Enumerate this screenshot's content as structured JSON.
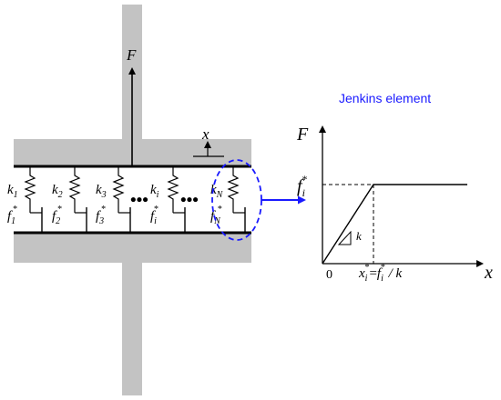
{
  "colors": {
    "housing": "#c3c3c3",
    "line": "#000000",
    "accent": "#1a1aff"
  },
  "left_diagram": {
    "force_label": "F",
    "displacement_label": "x",
    "dots": "•••",
    "elements": [
      {
        "k_base": "k",
        "k_sub": "1",
        "f_base": "f",
        "f_sub": "1",
        "f_sup": "*"
      },
      {
        "k_base": "k",
        "k_sub": "2",
        "f_base": "f",
        "f_sub": "2",
        "f_sup": "*"
      },
      {
        "k_base": "k",
        "k_sub": "3",
        "f_base": "f",
        "f_sub": "3",
        "f_sup": "*"
      },
      {
        "k_base": "k",
        "k_sub": "i",
        "f_base": "f",
        "f_sub": "i",
        "f_sup": "*"
      },
      {
        "k_base": "k",
        "k_sub": "N",
        "f_base": "f",
        "f_sub": "N",
        "f_sup": "*"
      }
    ]
  },
  "jenkins_plot": {
    "title": "Jenkins element",
    "y_label": "F",
    "x_label": "x",
    "origin": "0",
    "y_mark": {
      "base": "f",
      "sub": "i",
      "sup": "*"
    },
    "slope_label": "k",
    "x_mark": {
      "base": "x",
      "sub": "i",
      "sup": "*",
      "eq": "=",
      "f_base": "f",
      "f_sub": "i",
      "f_sup": "*",
      "tail": " / k"
    }
  }
}
